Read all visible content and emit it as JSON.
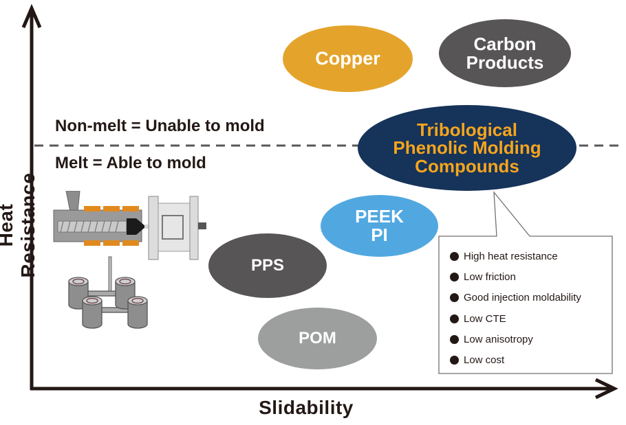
{
  "diagram": {
    "axes": {
      "y_label": "Heat Resistance",
      "x_label": "Slidability"
    },
    "threshold": {
      "upper_label": "Non-melt = Unable to mold",
      "lower_label": "Melt = Able to mold",
      "line_style": "dashed",
      "line_color": "#595757"
    },
    "materials": [
      {
        "id": "copper",
        "lines": [
          "Copper"
        ],
        "color": "#e4a42c",
        "text_color": "#ffffff",
        "region": "non-melt"
      },
      {
        "id": "carbon",
        "lines": [
          "Carbon",
          "Products"
        ],
        "color": "#575556",
        "text_color": "#ffffff",
        "region": "non-melt"
      },
      {
        "id": "tpmc",
        "lines": [
          "Tribological",
          "Phenolic Molding",
          "Compounds"
        ],
        "color": "#16335a",
        "text_color": "#f5a51d",
        "region": "boundary",
        "highlighted": true
      },
      {
        "id": "peek",
        "lines": [
          "PEEK",
          "PI"
        ],
        "color": "#51a8e0",
        "text_color": "#ffffff",
        "region": "melt"
      },
      {
        "id": "pps",
        "lines": [
          "PPS"
        ],
        "color": "#575556",
        "text_color": "#ffffff",
        "region": "melt"
      },
      {
        "id": "pom",
        "lines": [
          "POM"
        ],
        "color": "#9d9e9e",
        "text_color": "#ffffff",
        "region": "melt"
      }
    ],
    "callout": {
      "target": "tpmc",
      "features": [
        "High heat resistance",
        "Low friction",
        "Good injection moldability",
        "Low CTE",
        "Low anisotropy",
        "Low cost"
      ]
    },
    "illustration": {
      "subject": "injection-molding-machine-icon",
      "accent_color": "#e08a1e"
    }
  }
}
